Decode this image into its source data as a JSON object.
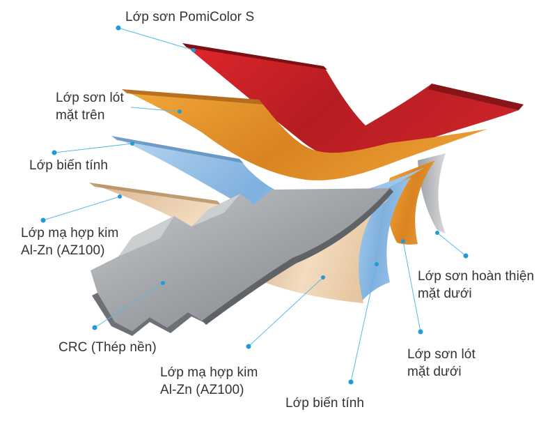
{
  "colors": {
    "red_paint": "#c41f26",
    "orange_primer": "#e3932a",
    "blue_layer": "#8fbde6",
    "alloy_layer": "#e8c9a6",
    "steel": "#a9abae",
    "grey_back": "#bdbfc2",
    "leader_line": "#58b8e6",
    "text": "#333333"
  },
  "labels": {
    "top_paint": [
      "Lớp sơn PomiColor S"
    ],
    "top_primer": [
      "Lớp sơn lót",
      "mặt trên"
    ],
    "top_modified": [
      "Lớp biến tính"
    ],
    "top_alloy": [
      "Lớp mạ hợp kim",
      "Al-Zn (AZ100)"
    ],
    "base_steel": [
      "CRC (Thép nền)"
    ],
    "bottom_alloy": [
      "Lớp mạ hợp kim",
      "Al-Zn (AZ100)"
    ],
    "bottom_modified": [
      "Lớp biến tính"
    ],
    "bottom_primer": [
      "Lớp sơn lót",
      "mặt dưới"
    ],
    "bottom_finish": [
      "Lớp sơn hoàn thiện",
      "mặt dưới"
    ]
  }
}
